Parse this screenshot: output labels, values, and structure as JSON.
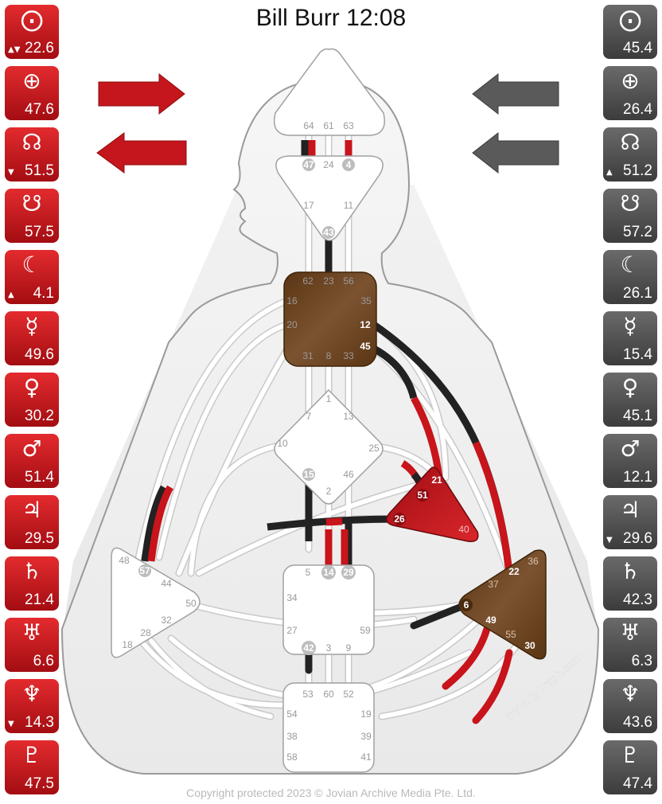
{
  "title": "Bill Burr 12:08",
  "copyright": "Copyright protected 2023 © Jovian Archive Media Pte. Ltd.",
  "watermark": "myBodyGraph.com",
  "colors": {
    "design_red": "#c8141b",
    "personality_dark": "#4a4a4a",
    "defined_center": "#6e4622"
  },
  "design_column": [
    {
      "icon": "sun-icon",
      "symbol": "⨀",
      "value": "22.6",
      "arrow": "▲▼"
    },
    {
      "icon": "earth-icon",
      "symbol": "⊕",
      "value": "47.6",
      "arrow": ""
    },
    {
      "icon": "north-node-icon",
      "symbol": "☊",
      "value": "51.5",
      "arrow": "▼"
    },
    {
      "icon": "south-node-icon",
      "symbol": "☋",
      "value": "57.5",
      "arrow": ""
    },
    {
      "icon": "moon-icon",
      "symbol": "☾",
      "value": "4.1",
      "arrow": "▲"
    },
    {
      "icon": "mercury-icon",
      "symbol": "☿",
      "value": "49.6",
      "arrow": ""
    },
    {
      "icon": "venus-icon",
      "symbol": "♀",
      "value": "30.2",
      "arrow": ""
    },
    {
      "icon": "mars-icon",
      "symbol": "♂",
      "value": "51.4",
      "arrow": ""
    },
    {
      "icon": "jupiter-icon",
      "symbol": "♃",
      "value": "29.5",
      "arrow": ""
    },
    {
      "icon": "saturn-icon",
      "symbol": "♄",
      "value": "21.4",
      "arrow": ""
    },
    {
      "icon": "uranus-icon",
      "symbol": "♅",
      "value": "6.6",
      "arrow": ""
    },
    {
      "icon": "neptune-icon",
      "symbol": "♆",
      "value": "14.3",
      "arrow": "▼"
    },
    {
      "icon": "pluto-icon",
      "symbol": "♇",
      "value": "47.5",
      "arrow": ""
    }
  ],
  "personality_column": [
    {
      "icon": "sun-icon",
      "symbol": "⨀",
      "value": "45.4",
      "arrow": ""
    },
    {
      "icon": "earth-icon",
      "symbol": "⊕",
      "value": "26.4",
      "arrow": ""
    },
    {
      "icon": "north-node-icon",
      "symbol": "☊",
      "value": "51.2",
      "arrow": "▲"
    },
    {
      "icon": "south-node-icon",
      "symbol": "☋",
      "value": "57.2",
      "arrow": ""
    },
    {
      "icon": "moon-icon",
      "symbol": "☾",
      "value": "26.1",
      "arrow": ""
    },
    {
      "icon": "mercury-icon",
      "symbol": "☿",
      "value": "15.4",
      "arrow": ""
    },
    {
      "icon": "venus-icon",
      "symbol": "♀",
      "value": "45.1",
      "arrow": ""
    },
    {
      "icon": "mars-icon",
      "symbol": "♂",
      "value": "12.1",
      "arrow": ""
    },
    {
      "icon": "jupiter-icon",
      "symbol": "♃",
      "value": "29.6",
      "arrow": "▼"
    },
    {
      "icon": "saturn-icon",
      "symbol": "♄",
      "value": "42.3",
      "arrow": ""
    },
    {
      "icon": "uranus-icon",
      "symbol": "♅",
      "value": "6.3",
      "arrow": ""
    },
    {
      "icon": "neptune-icon",
      "symbol": "♆",
      "value": "43.6",
      "arrow": ""
    },
    {
      "icon": "pluto-icon",
      "symbol": "♇",
      "value": "47.4",
      "arrow": ""
    }
  ],
  "centers": {
    "head": [
      "64",
      "61",
      "63"
    ],
    "ajna": [
      "47",
      "24",
      "4",
      "17",
      "11",
      "43"
    ],
    "throat": [
      "62",
      "23",
      "56",
      "16",
      "35",
      "20",
      "12",
      "45",
      "31",
      "8",
      "33"
    ],
    "g": [
      "1",
      "7",
      "13",
      "10",
      "25",
      "15",
      "46",
      "2"
    ],
    "ego": [
      "21",
      "51",
      "26",
      "40"
    ],
    "spleen": [
      "48",
      "57",
      "44",
      "50",
      "32",
      "28",
      "18"
    ],
    "sacral": [
      "5",
      "14",
      "29",
      "34",
      "27",
      "59",
      "42",
      "3",
      "9"
    ],
    "solar_plexus": [
      "36",
      "22",
      "37",
      "6",
      "49",
      "55",
      "30"
    ],
    "root": [
      "53",
      "60",
      "52",
      "54",
      "19",
      "38",
      "39",
      "58",
      "41"
    ]
  }
}
